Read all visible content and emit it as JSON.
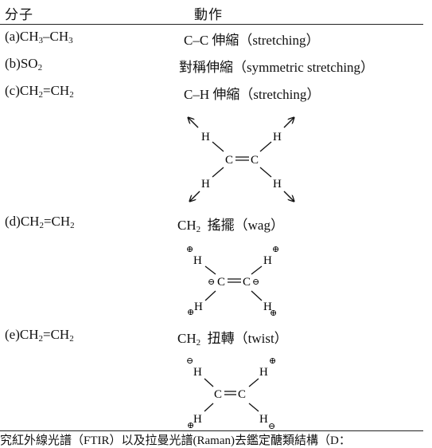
{
  "header": {
    "molecule": "分子",
    "motion": "動作"
  },
  "rows": [
    {
      "label": "(a)",
      "molecule": [
        "CH",
        "3",
        "–CH",
        "3"
      ],
      "motion": "C–C 伸縮（stretching）"
    },
    {
      "label": "(b)",
      "molecule": [
        "SO",
        "2"
      ],
      "motion": "對稱伸縮（symmetric stretching）"
    },
    {
      "label": "(c)",
      "molecule": [
        "CH",
        "2",
        "=CH",
        "2"
      ],
      "motion": "C–H 伸縮（stretching）"
    },
    {
      "label": "(d)",
      "molecule": [
        "CH",
        "2",
        "=CH",
        "2"
      ],
      "motion_prefix": "CH",
      "motion_sub": "2",
      "motion_suffix": "  搖擺（wag）"
    },
    {
      "label": "(e)",
      "molecule": [
        "CH",
        "2",
        "=CH",
        "2"
      ],
      "motion_prefix": "CH",
      "motion_sub": "2",
      "motion_suffix": "  扭轉（twist）"
    }
  ],
  "diagrams": {
    "atom_h": "H",
    "atom_c": "C",
    "double_bond": "═",
    "plus": "⊕",
    "minus": "⊖"
  },
  "footer": {
    "cut_text": "究紅外線光譜（FTIR）以及拉曼光譜(Raman)去鑑定醣類結構（D："
  }
}
